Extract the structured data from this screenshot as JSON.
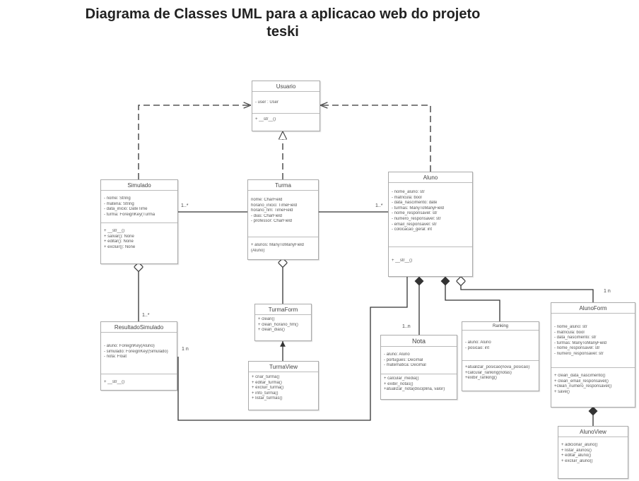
{
  "title_line1": "Diagrama de Classes UML para a aplicacao web do projeto",
  "title_line2": "teski",
  "classes": {
    "usuario": {
      "name": "Usuario",
      "attributes": [
        "- user : User"
      ],
      "methods": [
        "+ __str__()"
      ]
    },
    "simulado": {
      "name": "Simulado",
      "attributes": [
        "- nome: String",
        "- materia: String",
        "- data_inicio: DateTime",
        "- turma: ForeignKey(Turma"
      ],
      "methods": [
        "+ __str__()",
        "+ salvar(): None",
        "+ editar(): None",
        "+ excluir(): None"
      ]
    },
    "turma": {
      "name": "Turma",
      "attributes": [
        "nome: CharField",
        "horario_inicio: TimeField",
        "horario_fim: TimeField",
        "- dias: CharField",
        "- professor: CharField"
      ],
      "methods": [
        "+ alunos: ManyToManyField",
        "(Aluno)"
      ]
    },
    "aluno": {
      "name": "Aluno",
      "attributes": [
        "- nome_aluno: str",
        "- matricula: bool",
        "- data_nascimento: date",
        "- turmas: ManyToManyField",
        "- nome_responsavel: str",
        "- numero_responsavel: str",
        "- email_responsavel: str",
        "- colocacao_geral: int"
      ],
      "methods": [
        "+ __str__()"
      ]
    },
    "resultado": {
      "name": "ResultadoSimulado",
      "attributes": [
        "- aluno: ForeignKey(Aluno)",
        "- simulado: ForeignKey(Simulado)",
        "- nota: Float"
      ],
      "methods": [
        "+ __str__()"
      ]
    },
    "turmaform": {
      "name": "TurmaForm",
      "methods": [
        "+ clean()",
        "+ clean_horario_fim()",
        "+ clean_dias()"
      ]
    },
    "turmaview": {
      "name": "TurmaView",
      "methods": [
        "+ criar_turma()",
        "+ editar_turma()",
        "+ excluir_turma()",
        "+ info_turma()",
        "+ listar_turmas()"
      ]
    },
    "nota": {
      "name": "Nota",
      "attributes": [
        "- aluno: Aluno",
        "- portugues: Decimal",
        "- matematica: Decimal"
      ],
      "methods": [
        "+ calcular_media()",
        "+ exibir_notas()",
        "+atualizar_nota(disciplina, valor)"
      ]
    },
    "ranking": {
      "name": "Ranking",
      "attributes": [
        "- aluno: Aluno",
        "- posicao: int"
      ],
      "methods": [
        "+atualizar_posicao(nova_posicao)",
        "+calcular_ranking(notas)",
        "+exibir_ranking()"
      ]
    },
    "alunoform": {
      "name": "AlunoForm",
      "attributes": [
        "- nome_aluno: str",
        "- matricula: bool",
        "- data_nascimento: str",
        "- turmas: ManyToManyField",
        "- nome_responsavel: str",
        "- numero_responsavel: str"
      ],
      "methods": [
        "+ clean_data_nascimento()",
        "+ clean_email_responsavel()",
        "+clean_numero_responsavel()",
        "+ save()"
      ]
    },
    "alunoview": {
      "name": "AlunoView",
      "methods": [
        "+ adicionar_aluno()",
        "+ listar_alunos()",
        "+ editar_aluno()",
        "+ excluir_aluno()"
      ]
    }
  },
  "multiplicities": {
    "simulado_turma": "1..*",
    "turma_aluno": "1..*",
    "resultado_top": "1..*",
    "resultado_right": "1  n",
    "nota_top": "1..n",
    "alunoform_top": "1  n"
  }
}
